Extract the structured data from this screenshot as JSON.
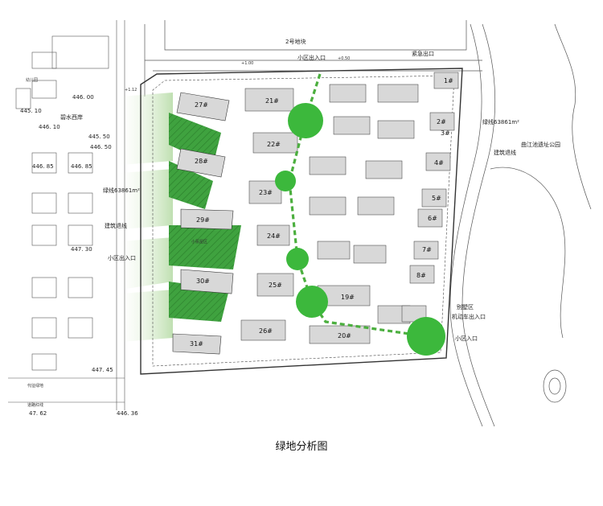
{
  "caption": "绿地分析图",
  "labels": {
    "plot2": "2号地块",
    "entrance_top": "小区出入口",
    "emergency_exit": "紧急出口",
    "green_line_right": "绿线63861m²",
    "green_line_left": "绿线63861m²",
    "setback_right": "建筑退线",
    "setback_left": "建筑退线",
    "park": "曲江池遗址公园",
    "entrance_left": "小区出入口",
    "villa_entrance_1": "别墅区",
    "villa_entrance_2": "机动车出入口",
    "entrance_bottom": "小区入口",
    "biyuan": "碧水西岸",
    "kindergarten": "幼儿园",
    "road_line": "道路红线",
    "small_garden": "小氛屋区",
    "green_belt": "代征绿地"
  },
  "elevations": {
    "e446_00": "446. 00",
    "e445_10": "445. 10",
    "e445_50": "445. 50",
    "e446_50a": "446. 50",
    "e446_85a": "446. 85",
    "e446_85b": "446. 85",
    "e447_30": "447. 30",
    "e447_45": "447. 45",
    "e447_62": "47. 62",
    "e446_36": "446. 36",
    "e446_10": "446. 10",
    "top_1": "+1.00",
    "top_050": "+0.50",
    "top_1_12": "+1.12"
  },
  "buildings": [
    "21#",
    "22#",
    "23#",
    "24#",
    "25#",
    "26#",
    "27#",
    "28#",
    "29#",
    "30#",
    "31#",
    "1#",
    "2#",
    "3#",
    "4#",
    "5#",
    "6#",
    "7#",
    "8#",
    "19#",
    "20#"
  ],
  "legend_colors": {
    "green_space": "#3cb83c",
    "green_hatch": "#2f9e2f",
    "green_fade": "#cfe8c4",
    "path": "#4caf3f",
    "building_fill": "#d8d8d8"
  }
}
